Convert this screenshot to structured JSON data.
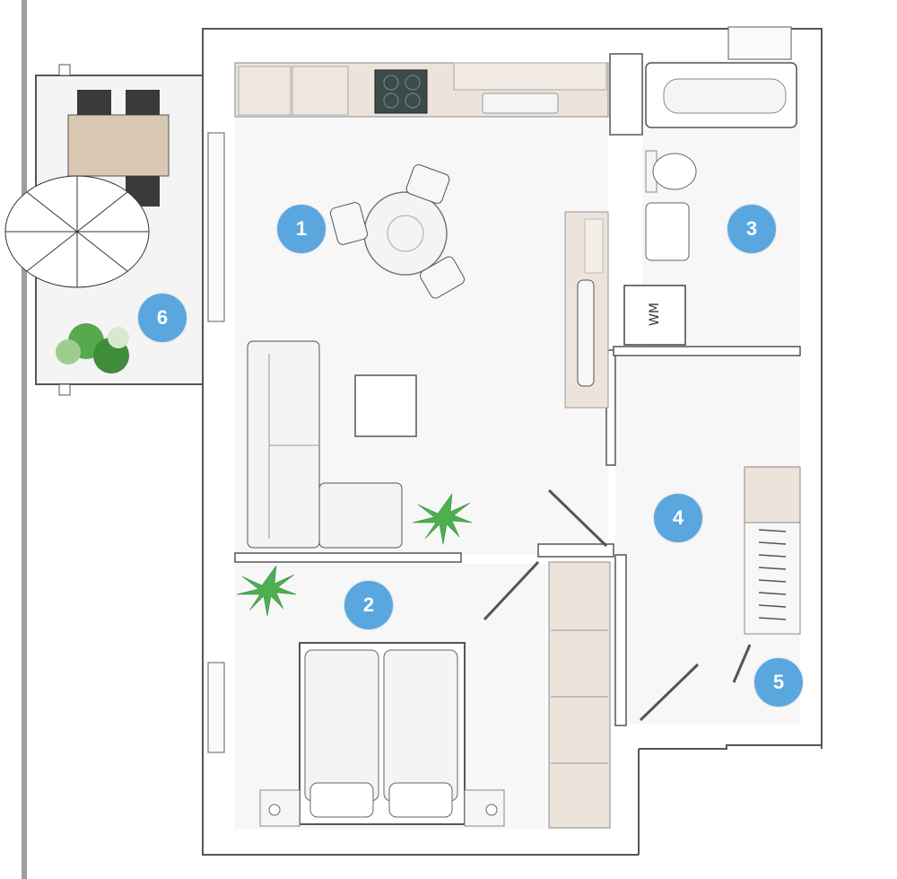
{
  "colors": {
    "badge_fill": "#5aa7df",
    "badge_text": "#ffffff",
    "wall": "#ffffff",
    "wall_stroke": "#555555",
    "floor": "#f7f7f7",
    "furniture": "#f3f3f3",
    "wood": "#ece3db",
    "plant": "#4caf50",
    "left_rule": "#9e9e9e"
  },
  "rooms": [
    {
      "number": "1"
    },
    {
      "number": "2"
    },
    {
      "number": "3"
    },
    {
      "number": "4"
    },
    {
      "number": "5"
    },
    {
      "number": "6"
    }
  ],
  "fixtures": {
    "washing_machine_label": "WM"
  }
}
